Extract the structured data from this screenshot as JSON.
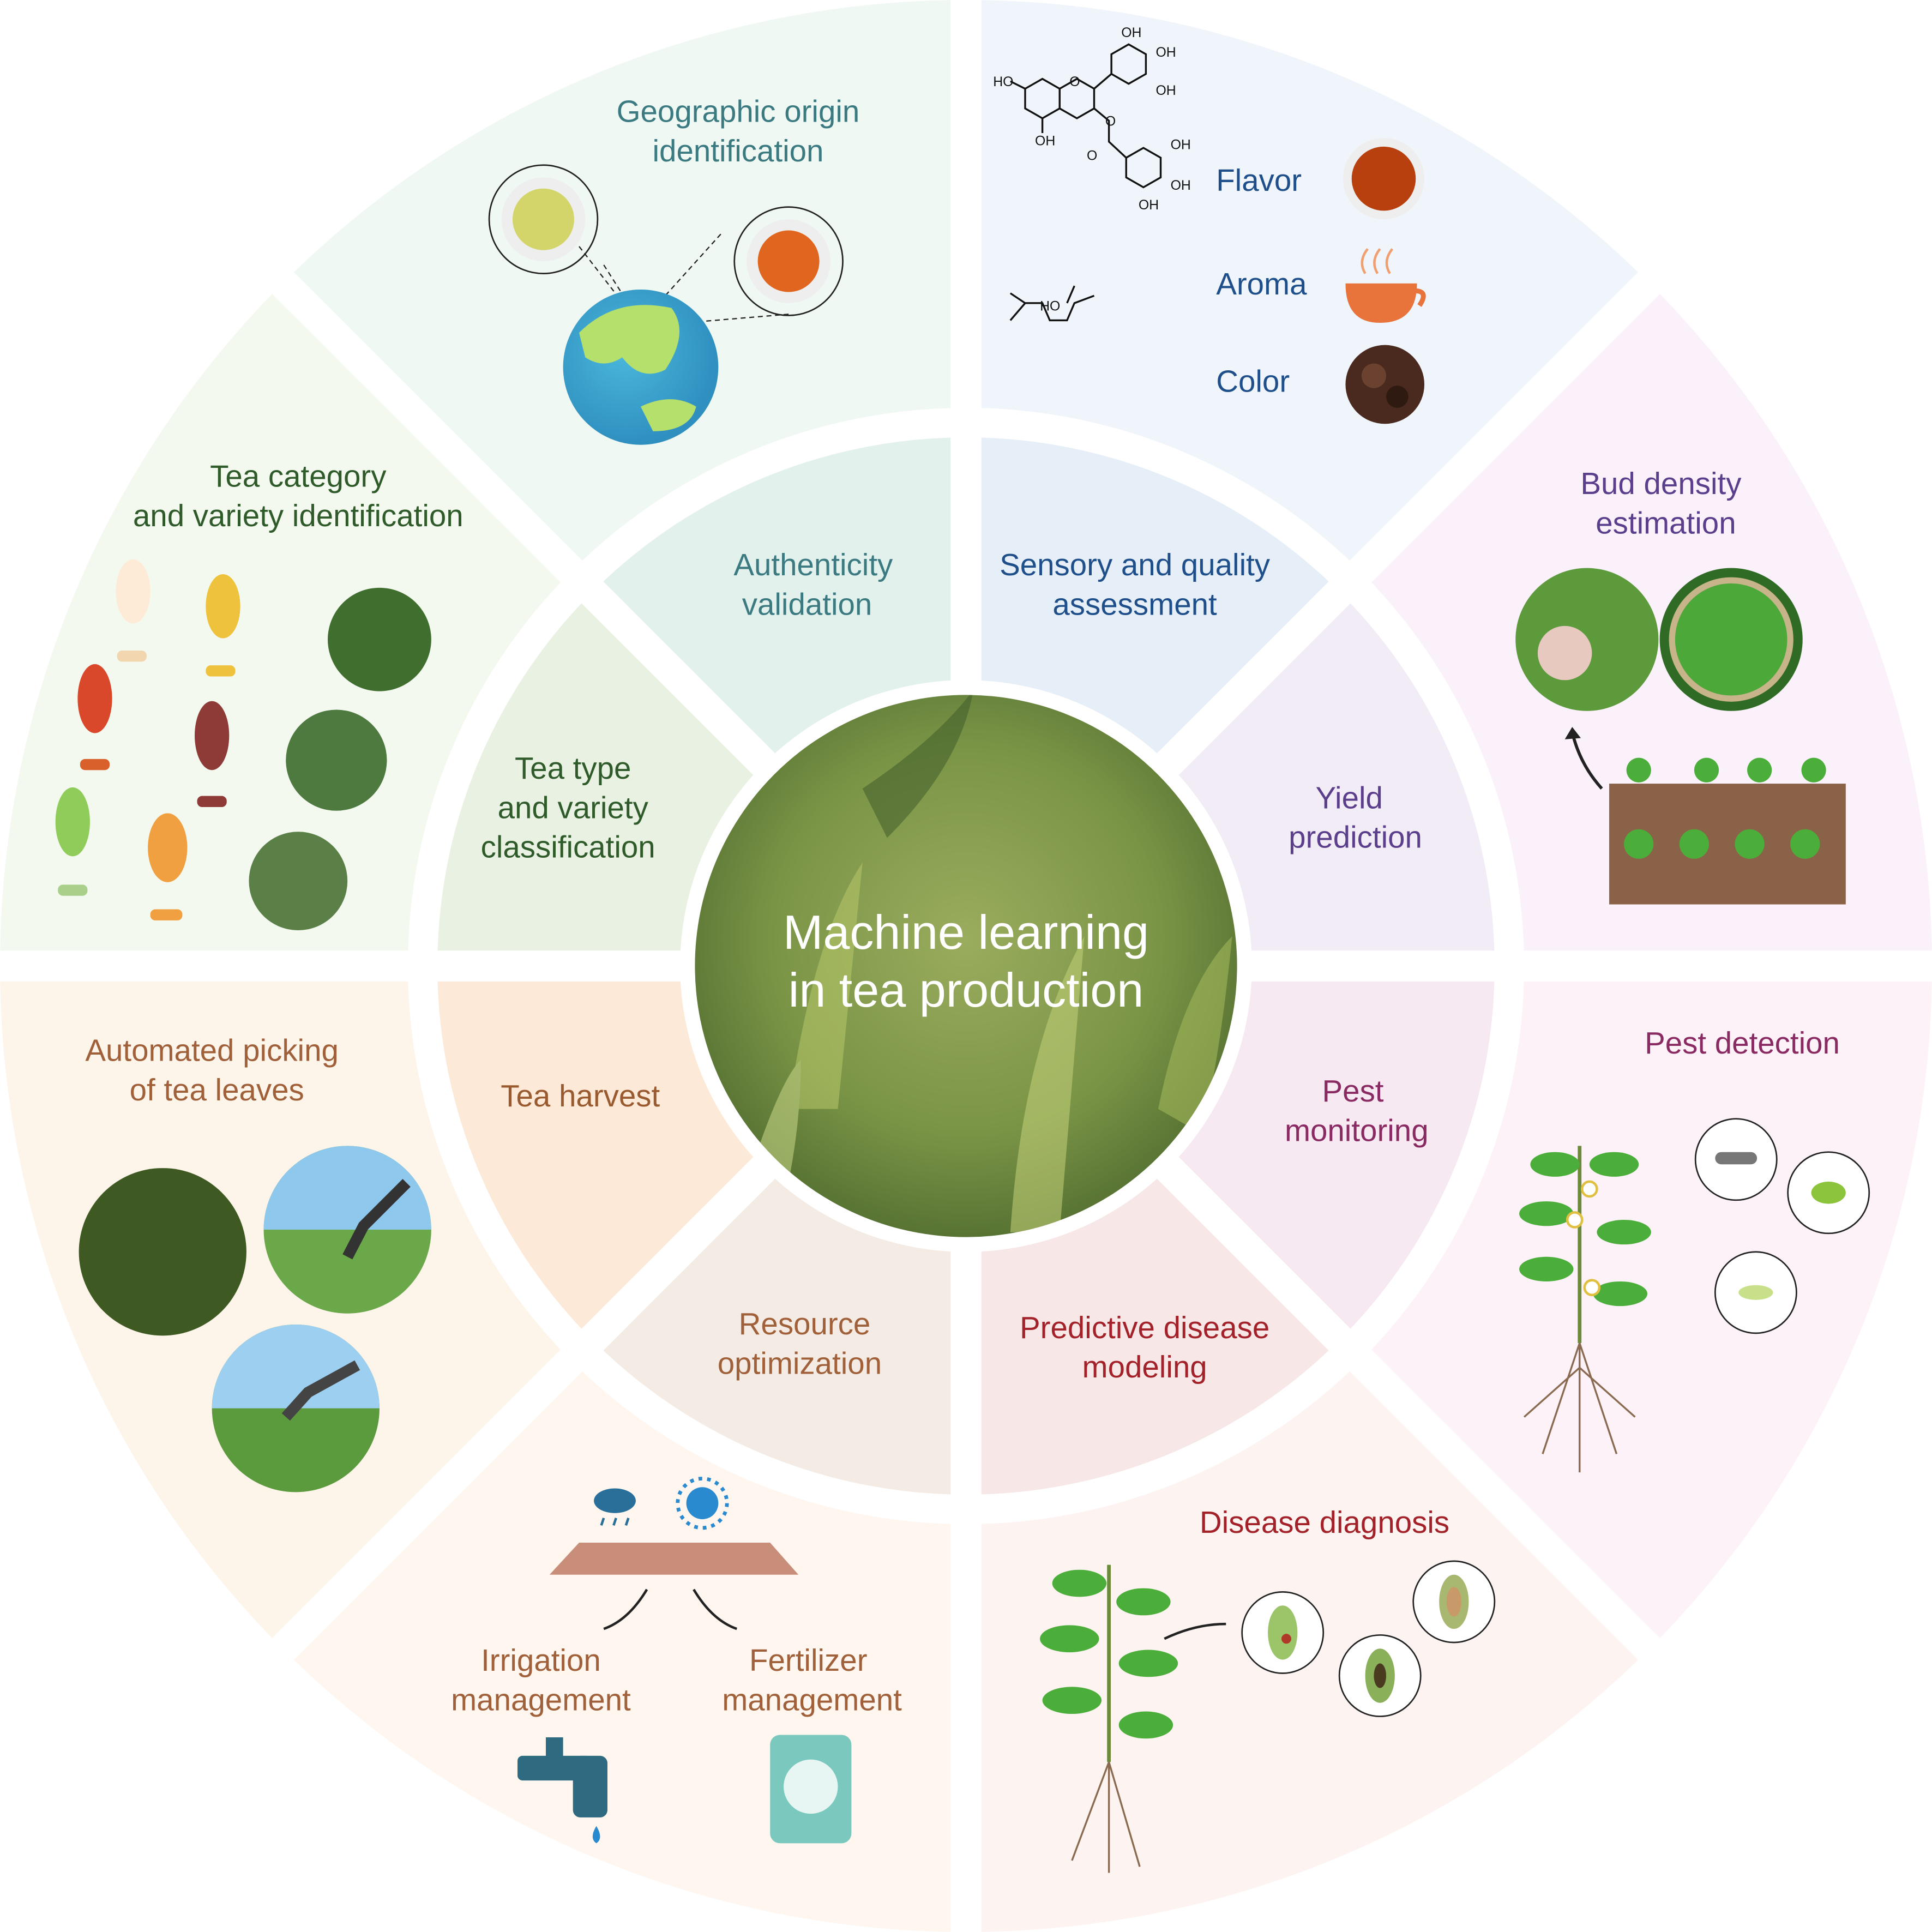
{
  "center": {
    "line1": "Machine learning",
    "line2": "in tea production"
  },
  "colors": {
    "outer": [
      "#eff5fb",
      "#faf1fb",
      "#fcf2f7",
      "#fdf3f1",
      "#fef6ef",
      "#fdf4ea",
      "#f3f9ee",
      "#eff8f2"
    ],
    "inner": [
      "#e6eef7",
      "#f1ecf5",
      "#f6e9f1",
      "#f8e7e7",
      "#f4ece4",
      "#fde9d8",
      "#e9f1e3",
      "#e3f1ed"
    ]
  },
  "inner": {
    "authenticity": {
      "l1": "Authenticity",
      "l2": "validation",
      "color": "#3a7a80"
    },
    "sensory": {
      "l1": "Sensory and quality",
      "l2": "assessment",
      "color": "#1f4f8a"
    },
    "yield": {
      "l1": "Yield",
      "l2": "prediction",
      "color": "#5b3f8c"
    },
    "pest": {
      "l1": "Pest",
      "l2": "monitoring",
      "color": "#8a2a62"
    },
    "disease": {
      "l1": "Predictive disease",
      "l2": "modeling",
      "color": "#a3222a"
    },
    "resource": {
      "l1": "Resource",
      "l2": "optimization",
      "color": "#a0603a"
    },
    "harvest": {
      "l1": "Tea harvest",
      "color": "#9a5a30"
    },
    "teatype": {
      "l1": "Tea type",
      "l2": "and variety",
      "l3": "classification",
      "color": "#2f5a2a"
    }
  },
  "outer": {
    "geographic": {
      "l1": "Geographic origin",
      "l2": "identification"
    },
    "quality": {
      "flavor": "Flavor",
      "aroma": "Aroma",
      "color": "Color",
      "chem": [
        "OH",
        "HO",
        "O",
        "OH",
        "OH",
        "OH",
        "O",
        "O",
        "OH",
        "OH",
        "OH",
        "HO"
      ]
    },
    "bud": {
      "l1": "Bud density",
      "l2": "estimation"
    },
    "pestdet": {
      "l1": "Pest detection"
    },
    "diag": {
      "l1": "Disease diagnosis"
    },
    "irrigation": {
      "l1": "Irrigation",
      "l2": "management"
    },
    "fertilizer": {
      "l1": "Fertilizer",
      "l2": "management"
    },
    "picking": {
      "l1": "Automated picking",
      "l2": "of tea leaves"
    },
    "category": {
      "l1": "Tea category",
      "l2": "and variety identification"
    }
  }
}
